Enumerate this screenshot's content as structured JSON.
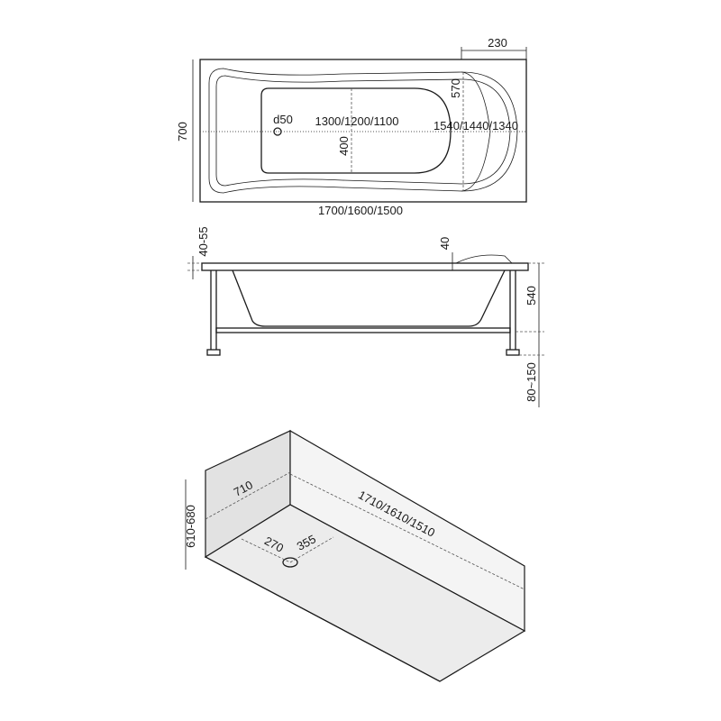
{
  "top_view": {
    "width_label": "700",
    "length_label": "1700/1600/1500",
    "headrest_label": "230",
    "inner_length_label": "1300/1200/1100",
    "rim_length_label": "1540/1440/1340",
    "inner_width_label": "400",
    "headrest_width_label": "570",
    "drain_label": "d50"
  },
  "side_view": {
    "rim_label": "40-55",
    "headrest_rim_label": "40",
    "height_label": "540",
    "legs_label": "80~150"
  },
  "niche_view": {
    "height_label": "610-680",
    "width_label": "710",
    "length_label": "1710/1610/1510",
    "drain_x_label": "270",
    "drain_y_label": "355"
  }
}
